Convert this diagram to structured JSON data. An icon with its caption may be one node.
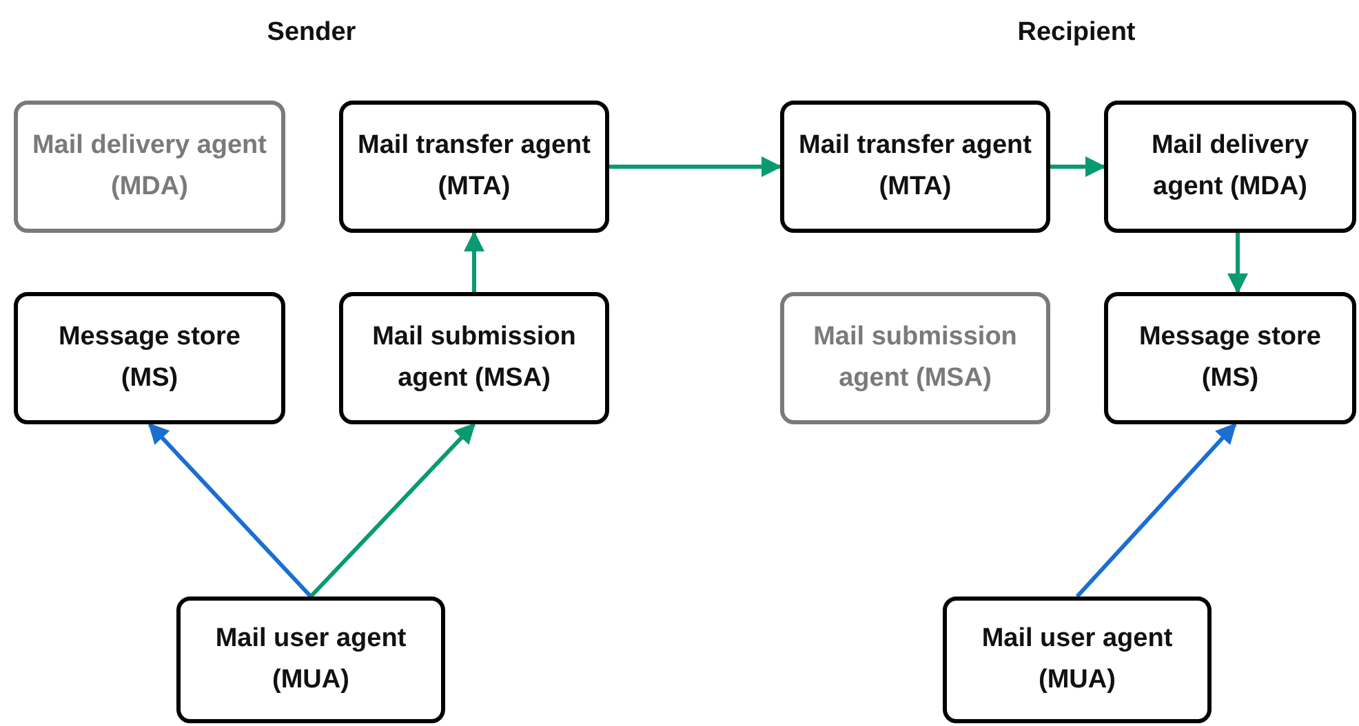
{
  "diagram": {
    "nodes": [
      {
        "text": [
          "Mail delivery agent (MDA)"
        ]
      },
      {
        "text": [
          "Mail transfer agent (MTA)"
        ]
      },
      {
        "text": [
          "Mail transfer agent (MTA)"
        ]
      },
      {
        "text": [
          "Mail delivery agent (MDA)"
        ]
      },
      {
        "text": [
          "Message store (MS)"
        ]
      },
      {
        "text": [
          "Mail submission agent (MSA)"
        ]
      },
      {
        "text": [
          "Mail submission agent (MSA)"
        ]
      },
      {
        "text": [
          "Message store (MS)"
        ]
      },
      {
        "text": [
          "Mail user agent (MUA)"
        ]
      },
      {
        "text": [
          "Mail user agent (MUA)"
        ]
      }
    ],
    "edges": [
      {
        "from": 8,
        "to": 4,
        "arrow": "to",
        "color": "#1a6fd0"
      },
      {
        "from": 8,
        "to": 5,
        "arrow": "to"
      },
      {
        "from": 5,
        "to": 1,
        "arrow": "to"
      },
      {
        "from": 1,
        "to": 2,
        "arrow": "to"
      },
      {
        "from": 2,
        "to": 3,
        "arrow": "to"
      },
      {
        "from": 3,
        "to": 7,
        "arrow": "to"
      },
      {
        "from": 9,
        "to": 7,
        "arrow": "to",
        "color": "#1a6fd0"
      }
    ],
    "labels": [
      "Sender",
      "Recipient"
    ]
  }
}
